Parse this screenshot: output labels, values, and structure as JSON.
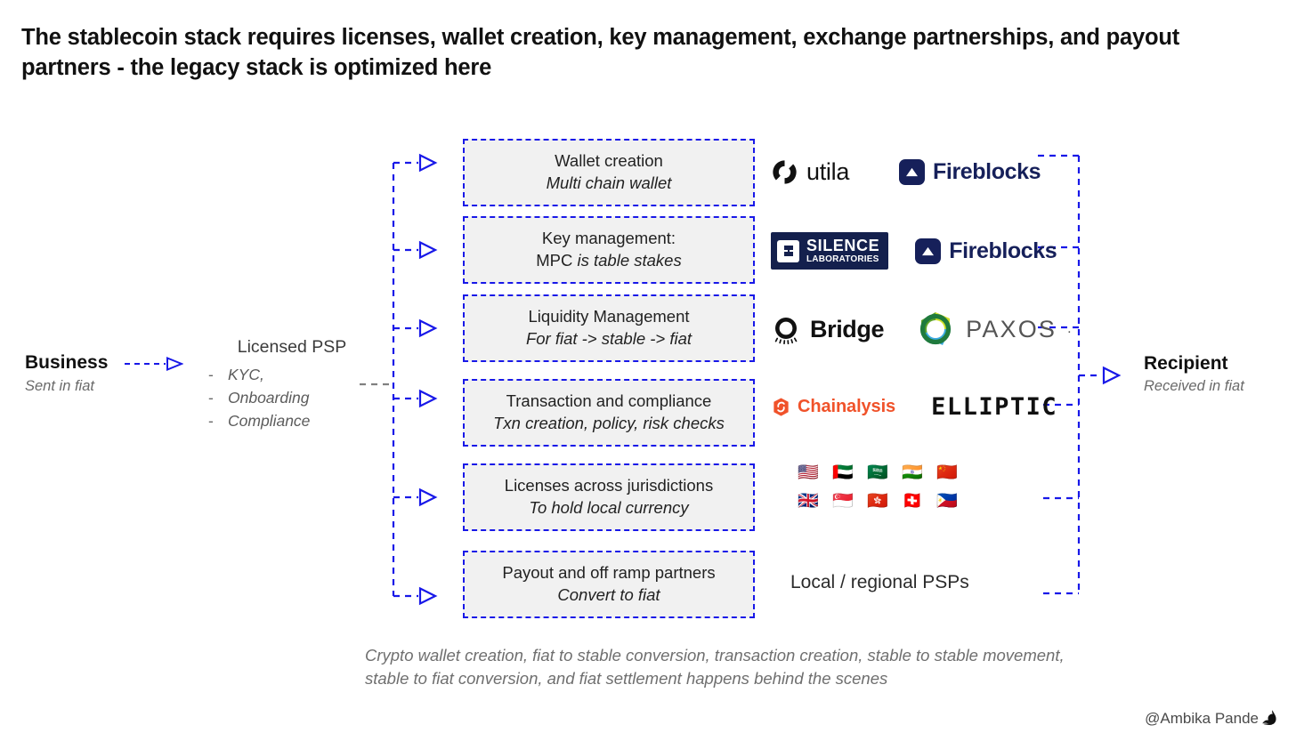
{
  "title": "The stablecoin stack requires licenses, wallet creation, key management, exchange partnerships, and payout partners - the legacy stack is optimized here",
  "left": {
    "business": {
      "title": "Business",
      "subtitle": "Sent in fiat"
    },
    "psp": {
      "title": "Licensed PSP",
      "bullet_marker": "-",
      "items": [
        "KYC,",
        "Onboarding",
        "Compliance"
      ]
    }
  },
  "stages": [
    {
      "line1": "Wallet creation",
      "line2_italic": "Multi chain wallet",
      "line2_roman_prefix": ""
    },
    {
      "line1": "Key management:",
      "line2_italic": "is table stakes",
      "line2_roman_prefix": "MPC "
    },
    {
      "line1": "Liquidity Management",
      "line2_italic": "For fiat -> stable -> fiat",
      "line2_roman_prefix": ""
    },
    {
      "line1": "Transaction and compliance",
      "line2_italic": "Txn creation, policy, risk checks",
      "line2_roman_prefix": ""
    },
    {
      "line1": "Licenses across jurisdictions",
      "line2_italic": "To hold local currency",
      "line2_roman_prefix": ""
    },
    {
      "line1": "Payout and off ramp partners",
      "line2_italic": "Convert to fiat",
      "line2_roman_prefix": ""
    }
  ],
  "vendors": {
    "utila": "utila",
    "fireblocks": "Fireblocks",
    "silence_line1": "SILENCE",
    "silence_line2": "LABORATORIES",
    "bridge": "Bridge",
    "paxos": "PAXOS",
    "paxos_dot": ".",
    "chainalysis": "Chainalysis",
    "elliptic": "ELLIPTIC",
    "local_psps": "Local / regional PSPs"
  },
  "flags": {
    "row1": [
      {
        "name": "flag-united-states",
        "glyph": "🇺🇸"
      },
      {
        "name": "flag-united-arab-emirates",
        "glyph": "🇦🇪"
      },
      {
        "name": "flag-saudi-arabia",
        "glyph": "🇸🇦"
      },
      {
        "name": "flag-india",
        "glyph": "🇮🇳"
      },
      {
        "name": "flag-china",
        "glyph": "🇨🇳"
      }
    ],
    "row2": [
      {
        "name": "flag-united-kingdom",
        "glyph": "🇬🇧"
      },
      {
        "name": "flag-singapore",
        "glyph": "🇸🇬"
      },
      {
        "name": "flag-hong-kong",
        "glyph": "🇭🇰"
      },
      {
        "name": "flag-switzerland",
        "glyph": "🇨🇭"
      },
      {
        "name": "flag-philippines",
        "glyph": "🇵🇭"
      }
    ]
  },
  "right": {
    "recipient": {
      "title": "Recipient",
      "subtitle": "Received in fiat"
    }
  },
  "caption": "Crypto wallet creation, fiat to stable conversion, transaction creation, stable to stable movement, stable to fiat conversion, and fiat settlement happens behind the scenes",
  "signature": "@Ambika Pande",
  "colors": {
    "connector_blue": "#1818e8",
    "box_fill": "#f1f1f1",
    "gray_connector": "#808080",
    "fireblocks_navy": "#16205a",
    "silence_navy": "#14204d",
    "chainalysis_orange": "#f0522a",
    "paxos_gray": "#555555",
    "paxos_green": "#1f7a3d",
    "paxos_yellow": "#cfe02a",
    "paxos_blue": "#3aa9e0"
  }
}
